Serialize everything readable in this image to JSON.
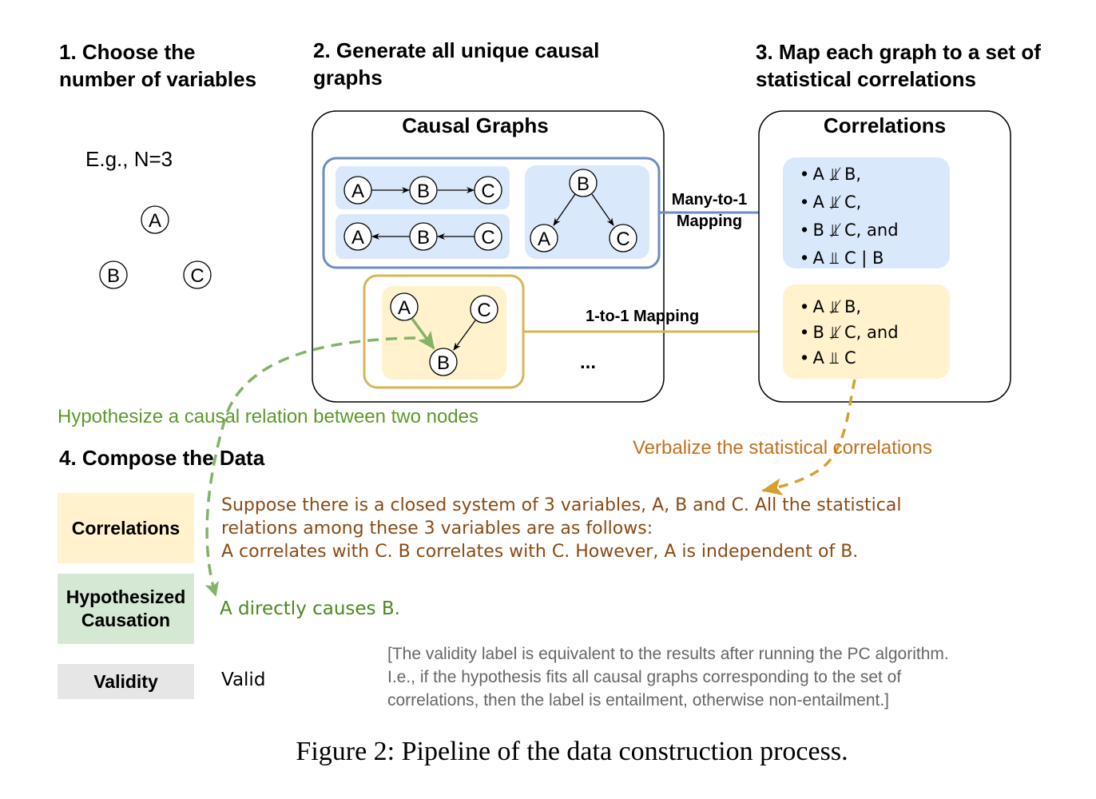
{
  "steps": {
    "step1": {
      "title": "1. Choose the\nnumber of variables",
      "example": "E.g., N=3",
      "nodes": [
        "A",
        "B",
        "C"
      ]
    },
    "step2": {
      "title": "2. Generate all unique causal\ngraphs"
    },
    "step3": {
      "title": "3. Map each graph to a set of\nstatistical correlations"
    },
    "step4": {
      "title": "4. Compose the Data"
    }
  },
  "causal_graphs": {
    "title": "Causal Graphs",
    "group_many": {
      "graphs": [
        {
          "name": "chain-forward",
          "nodes": [
            "A",
            "B",
            "C"
          ],
          "edges": [
            [
              "A",
              "B"
            ],
            [
              "B",
              "C"
            ]
          ]
        },
        {
          "name": "chain-backward",
          "nodes": [
            "A",
            "B",
            "C"
          ],
          "edges": [
            [
              "B",
              "A"
            ],
            [
              "C",
              "B"
            ]
          ]
        },
        {
          "name": "fork",
          "nodes": [
            "B",
            "A",
            "C"
          ],
          "edges": [
            [
              "B",
              "A"
            ],
            [
              "B",
              "C"
            ]
          ]
        }
      ]
    },
    "group_one": {
      "graphs": [
        {
          "name": "collider",
          "nodes": [
            "A",
            "C",
            "B"
          ],
          "edges": [
            [
              "A",
              "B"
            ],
            [
              "C",
              "B"
            ]
          ]
        }
      ]
    },
    "ellipsis": "..."
  },
  "mappings": {
    "many_to_one": "Many-to-1\nMapping",
    "one_to_one": "1-to-1 Mapping"
  },
  "correlations": {
    "title": "Correlations",
    "set_many": [
      {
        "bullet": "•",
        "text": "A ⫫̸ B,"
      },
      {
        "bullet": "•",
        "text": "A ⫫̸ C,"
      },
      {
        "bullet": "•",
        "text": "B ⫫̸ C, and"
      },
      {
        "bullet": "•",
        "text": "A ⫫ C | B"
      }
    ],
    "set_one": [
      {
        "bullet": "•",
        "text": "A ⫫̸ B,"
      },
      {
        "bullet": "•",
        "text": "B ⫫̸ C, and"
      },
      {
        "bullet": "•",
        "text": "A ⫫ C"
      }
    ]
  },
  "annotations": {
    "hypothesize": "Hypothesize a causal relation between two nodes",
    "verbalize": "Verbalize the statistical correlations"
  },
  "compose": {
    "rows": [
      {
        "label": "Correlations",
        "value_lines": [
          "Suppose there is a closed system of 3 variables, A, B and C. All the statistical",
          "relations among these 3 variables are as follows:",
          "A correlates with C. B correlates with C. However, A is independent of B."
        ]
      },
      {
        "label": "Hypothesized\nCausation",
        "value_lines": [
          "A directly causes B."
        ]
      },
      {
        "label": "Validity",
        "value_lines": [
          "Valid"
        ]
      }
    ],
    "note_lines": [
      "[The validity label is equivalent to the results after running the PC algorithm.",
      "I.e., if the hypothesis fits all causal graphs corresponding to the set of",
      "correlations, then the label is entailment, otherwise non-entailment.]"
    ]
  },
  "caption": "Figure 2: Pipeline of the data construction process.",
  "colors": {
    "blue_border": "#6c8ebf",
    "blue_fill": "#dae8fc",
    "yellow_border": "#d6b656",
    "yellow_fill": "#fff2cc",
    "green": "#82b366",
    "green_text": "#5a9a2a",
    "green_fill": "#d5e8d4",
    "gray_fill": "#e6e6e6",
    "orange_text": "#c0701e",
    "brown_text": "#8b4a12",
    "note_gray": "#666666"
  }
}
